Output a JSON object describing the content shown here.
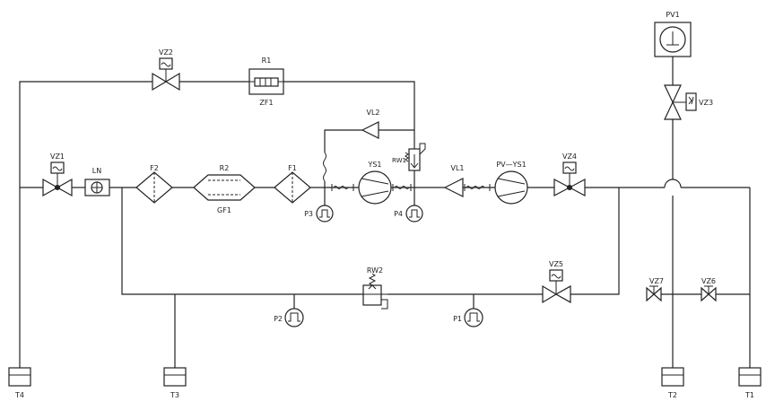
{
  "labels": {
    "PV1": "PV1",
    "VZ3": "VZ3",
    "VZ2": "VZ2",
    "R1": "R1",
    "ZF1": "ZF1",
    "VL2": "VL2",
    "VZ1": "VZ1",
    "LN": "LN",
    "F2": "F2",
    "R2": "R2",
    "GF1": "GF1",
    "F1": "F1",
    "YS1": "YS1",
    "RW1": "RW1",
    "VL1": "VL1",
    "PV_YS1": "PV—YS1",
    "VZ4": "VZ4",
    "P3": "P3",
    "P4": "P4",
    "RW2": "RW2",
    "VZ5": "VZ5",
    "VZ7": "VZ7",
    "VZ6": "VZ6",
    "P2": "P2",
    "P1": "P1",
    "T4": "T4",
    "T3": "T3",
    "T2": "T2",
    "T1": "T1"
  }
}
